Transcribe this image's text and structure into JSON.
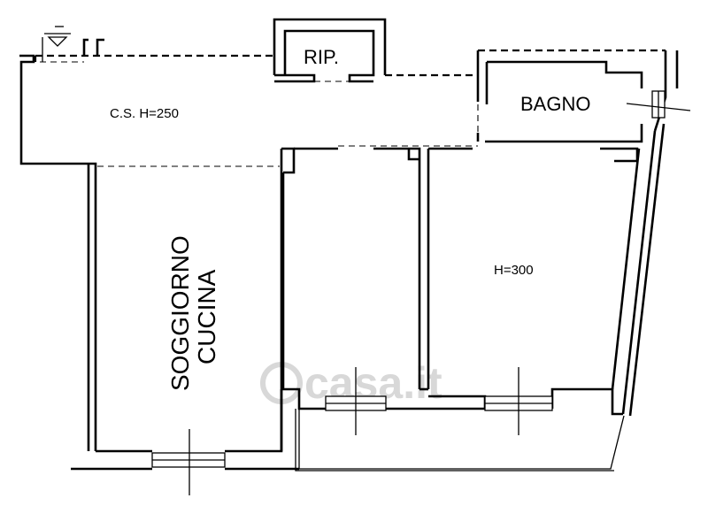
{
  "rooms": {
    "ripostiglio": "RIP.",
    "bagno": "BAGNO",
    "corridor_height": "C.S. H=250",
    "soggiorno": "SOGGIORNO",
    "cucina": "CUCINA",
    "room_height": "H=300"
  },
  "watermark": "casa.it",
  "colors": {
    "ink": "#000000",
    "watermark": "#d8d8d8",
    "background": "#ffffff"
  }
}
